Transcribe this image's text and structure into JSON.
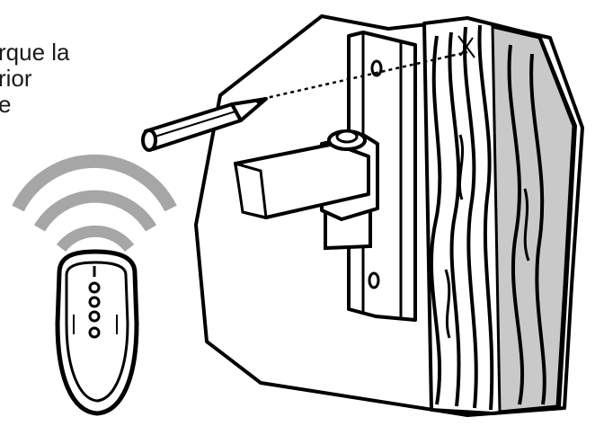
{
  "caption": {
    "lines": [
      "rque la",
      "rior",
      "e"
    ]
  },
  "colors": {
    "ink": "#000000",
    "wood_shade": "#c9c9c9",
    "signal_waves": "#a6a6a6",
    "background": "#ffffff"
  },
  "icons": {
    "pencil": "pencil-icon",
    "remote": "remote-control-icon",
    "hinge": "hinge-icon",
    "signal": "wireless-signal-icon"
  }
}
